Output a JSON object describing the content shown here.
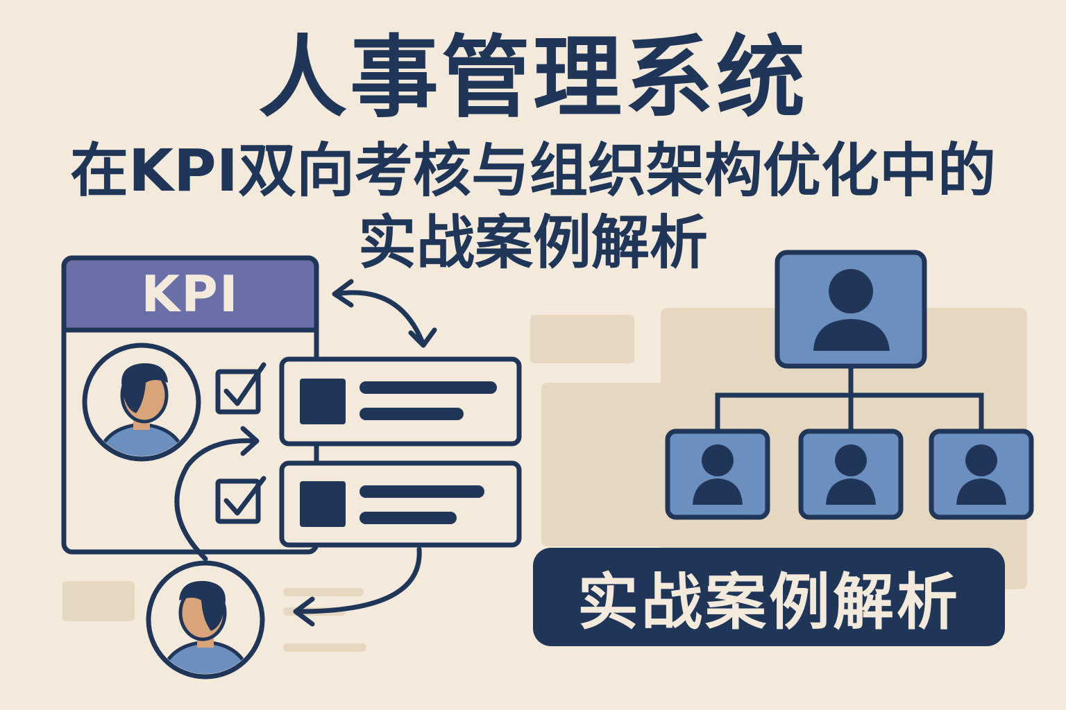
{
  "header": {
    "title": "人事管理系统",
    "subtitle_line1": "在KPI双向考核与组织架构优化中的",
    "subtitle_line2": "实战案例解析"
  },
  "kpi_card": {
    "label": "KPI",
    "checklist_items": 2
  },
  "org_chart": {
    "levels": 2,
    "child_nodes": 3
  },
  "badge": {
    "label": "实战案例解析"
  },
  "icons": [
    "person-icon",
    "checkbox-icon",
    "bidirectional-arrow-icon",
    "org-chart-icon"
  ],
  "colors": {
    "background": "#f4eadb",
    "navy": "#1f3658",
    "kpi_header": "#6a6fa8",
    "node_blue": "#6b8fbe",
    "skin": "#d9a47a",
    "shirt": "#6b8fbe",
    "placeholder": "#e6d8c0"
  }
}
